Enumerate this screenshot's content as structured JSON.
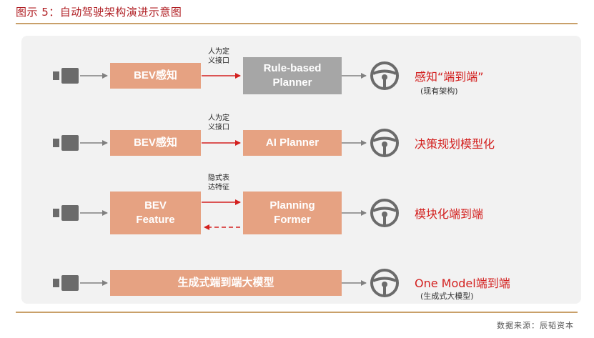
{
  "title": "图示 5：自动驾驶架构演进示意图",
  "rows": [
    {
      "perception": "BEV感知",
      "connector_note": "人为定\n义接口",
      "planner": "Rule-based\nPlanner",
      "result_label": "感知“端到端”",
      "result_sub": "(现有架构)"
    },
    {
      "perception": "BEV感知",
      "connector_note": "人为定\n义接口",
      "planner": "AI Planner",
      "result_label": "决策规划模型化",
      "result_sub": ""
    },
    {
      "perception": "BEV\nFeature",
      "connector_note": "隐式表\n达特征",
      "planner": "Planning\nFormer",
      "result_label": "模块化端到端",
      "result_sub": ""
    },
    {
      "perception": "生成式端到端大模型",
      "connector_note": "",
      "planner": "",
      "result_label": "One Model端到端",
      "result_sub": "(生成式大模型)"
    }
  ],
  "source": "数据来源：辰韬资本",
  "colors": {
    "accent_red": "#d3201f",
    "box_salmon": "#e6a282",
    "box_grey": "#a6a6a6",
    "gold_rule": "#c9a06a"
  },
  "icons": [
    "camera-icon",
    "steering-wheel-icon"
  ]
}
